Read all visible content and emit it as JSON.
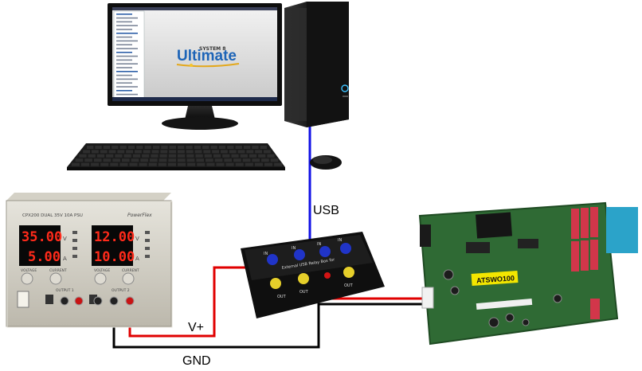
{
  "software": {
    "brand": "Ultimate",
    "edition": "SYSTEM 8",
    "menu_items": [
      "",
      "",
      "",
      "",
      "",
      "",
      "",
      "",
      "",
      "",
      "",
      "",
      "",
      "",
      "",
      "",
      "",
      "",
      "",
      "",
      "",
      ""
    ]
  },
  "connections": {
    "usb_label": "USB",
    "vplus_label": "V+",
    "gnd_label": "GND"
  },
  "psu": {
    "model_label": "CPX200 DUAL 35V 10A PSU",
    "brand_label": "PowerFlex",
    "ch1_voltage": "35.00",
    "ch1_current": "5.00",
    "ch2_voltage": "12.00",
    "ch2_current": "10.00",
    "unit_v": "V",
    "unit_a": "A",
    "knob_voltage": "VOLTAGE",
    "knob_current": "CURRENT",
    "output1": "OUTPUT 1",
    "output2": "OUTPUT 2"
  },
  "relay_box": {
    "title": "External USB Relay Box for",
    "in_label": "IN",
    "out_label": "OUT"
  },
  "ecu_board": {
    "sticker": "ATSWO100"
  },
  "colors": {
    "usb_wire": "#1010e6",
    "vplus_wire": "#e00000",
    "gnd_wire": "#000000",
    "display_red": "#ff2a1a",
    "pcb_green": "#2f6a34",
    "relay_red": "#d2364a",
    "sticker_yellow": "#f3e600"
  }
}
